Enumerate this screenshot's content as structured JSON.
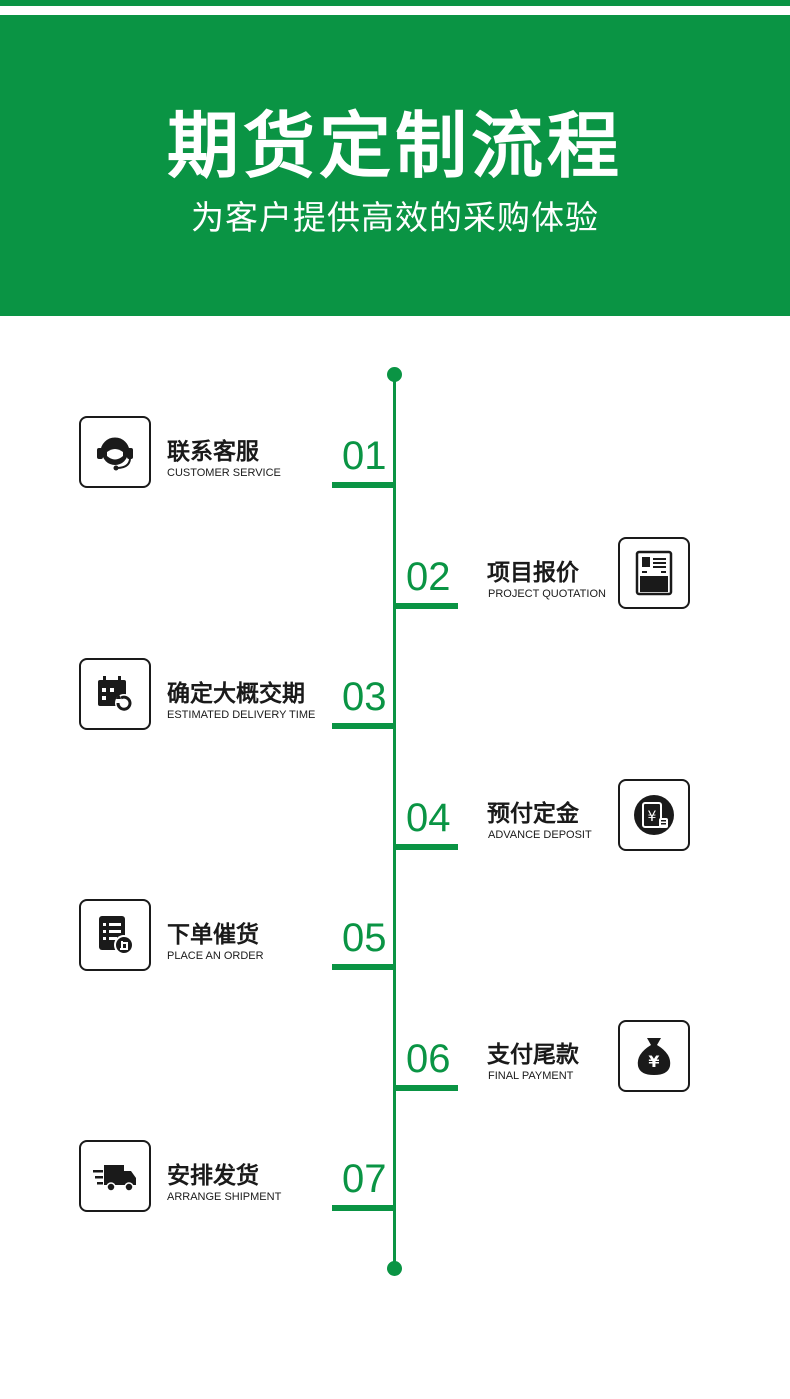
{
  "header": {
    "title": "期货定制流程",
    "subtitle": "为客户提供高效的采购体验"
  },
  "steps": [
    {
      "number": "01",
      "title_cn": "联系客服",
      "title_en": "CUSTOMER SERVICE",
      "icon": "customer-service-headset-icon"
    },
    {
      "number": "02",
      "title_cn": "项目报价",
      "title_en": "PROJECT QUOTATION",
      "icon": "quotation-document-icon"
    },
    {
      "number": "03",
      "title_cn": "确定大概交期",
      "title_en": "ESTIMATED DELIVERY TIME",
      "icon": "calendar-clock-icon"
    },
    {
      "number": "04",
      "title_cn": "预付定金",
      "title_en": "ADVANCE DEPOSIT",
      "icon": "yuan-deposit-icon"
    },
    {
      "number": "05",
      "title_cn": "下单催货",
      "title_en": "PLACE AN ORDER",
      "icon": "order-list-icon"
    },
    {
      "number": "06",
      "title_cn": "支付尾款",
      "title_en": "FINAL PAYMENT",
      "icon": "money-bag-icon"
    },
    {
      "number": "07",
      "title_cn": "安排发货",
      "title_en": "ARRANGE SHIPMENT",
      "icon": "delivery-truck-icon"
    }
  ],
  "colors": {
    "accent": "#0a9444",
    "dark": "#1a1a1a"
  }
}
